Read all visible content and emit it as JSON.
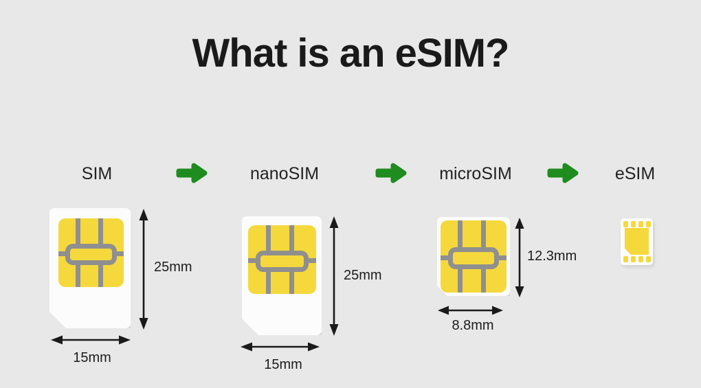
{
  "title": "What is an eSIM?",
  "stages": [
    {
      "label": "SIM",
      "height": "25mm",
      "width": "15mm"
    },
    {
      "label": "nanoSIM",
      "height": "25mm",
      "width": "15mm"
    },
    {
      "label": "microSIM",
      "height": "12.3mm",
      "width": "8.8mm"
    },
    {
      "label": "eSIM"
    }
  ],
  "icons": {
    "progression_arrow": "green-right-arrow",
    "height_dimension": "vertical-double-arrow",
    "width_dimension": "horizontal-double-arrow"
  },
  "colors": {
    "background": "#e8e8e8",
    "card_white": "#fcfcfc",
    "chip_yellow": "#f5d83c",
    "chip_gray": "#8f8f8f",
    "arrow_green": "#1e8c1e",
    "text_black": "#1a1a1a"
  }
}
